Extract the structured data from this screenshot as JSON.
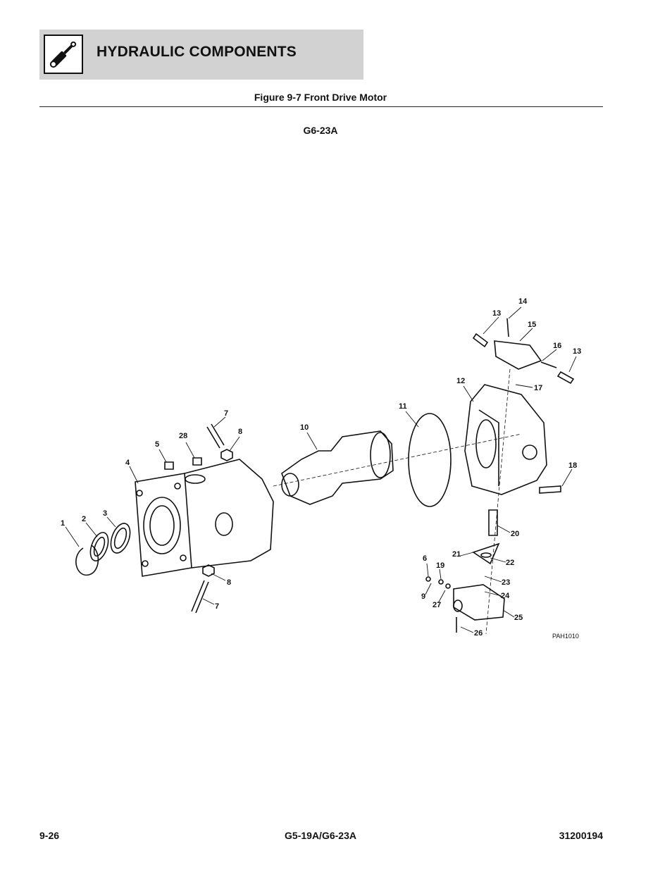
{
  "header": {
    "section_title": "HYDRAULIC COMPONENTS",
    "icon": "hydraulic-cylinder-icon"
  },
  "figure": {
    "title": "Figure 9-7 Front Drive Motor",
    "model": "G6-23A",
    "reference_code": "PAH1010",
    "callouts": [
      "1",
      "2",
      "3",
      "4",
      "5",
      "28",
      "7",
      "8",
      "10",
      "11",
      "12",
      "13",
      "14",
      "15",
      "16",
      "13",
      "17",
      "18",
      "20",
      "21",
      "22",
      "6",
      "19",
      "23",
      "9",
      "27",
      "24",
      "25",
      "26",
      "8",
      "7"
    ]
  },
  "footer": {
    "page_number": "9-26",
    "model_range": "G5-19A/G6-23A",
    "document_number": "31200194"
  }
}
